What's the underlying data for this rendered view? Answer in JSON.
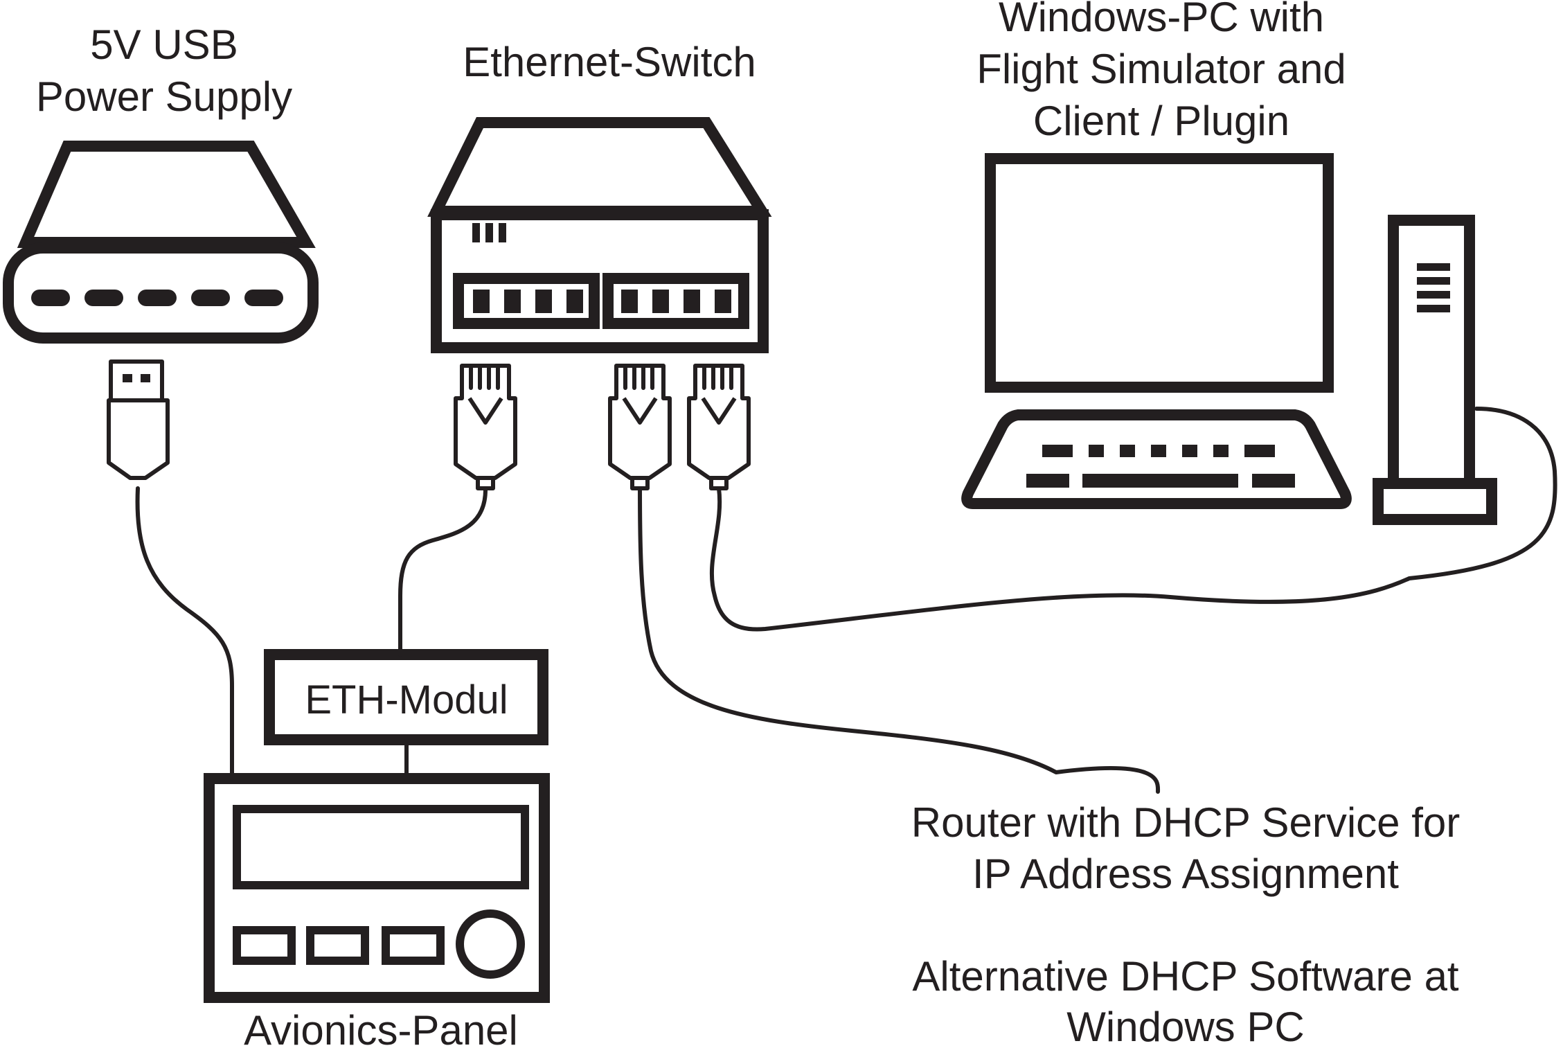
{
  "labels": {
    "power_supply": [
      "5V USB",
      "Power Supply"
    ],
    "switch": "Ethernet-Switch",
    "pc": [
      "Windows-PC with",
      "Flight Simulator and",
      "Client / Plugin"
    ],
    "eth_module": "ETH-Modul",
    "avionics": "Avionics-Panel",
    "router": [
      "Router with DHCP Service for",
      "IP Address Assignment"
    ],
    "alternative": [
      "Alternative DHCP Software at",
      "Windows PC"
    ]
  },
  "colors": {
    "ink": "#231f20",
    "background": "#ffffff"
  },
  "icons": [
    "power-bank-icon",
    "usb-plug-icon",
    "ethernet-switch-icon",
    "rj45-plug-icon",
    "monitor-icon",
    "keyboard-icon",
    "pc-tower-icon",
    "avionics-panel-icon"
  ]
}
